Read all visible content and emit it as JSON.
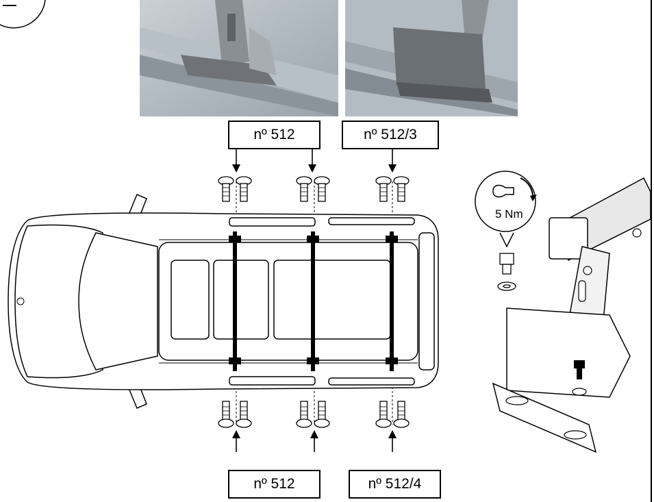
{
  "labels": {
    "top_left": "nº 512",
    "top_right": "nº 512/3",
    "bottom_left": "nº 512",
    "bottom_right": "nº 512/4"
  },
  "torque": "5 Nm"
}
